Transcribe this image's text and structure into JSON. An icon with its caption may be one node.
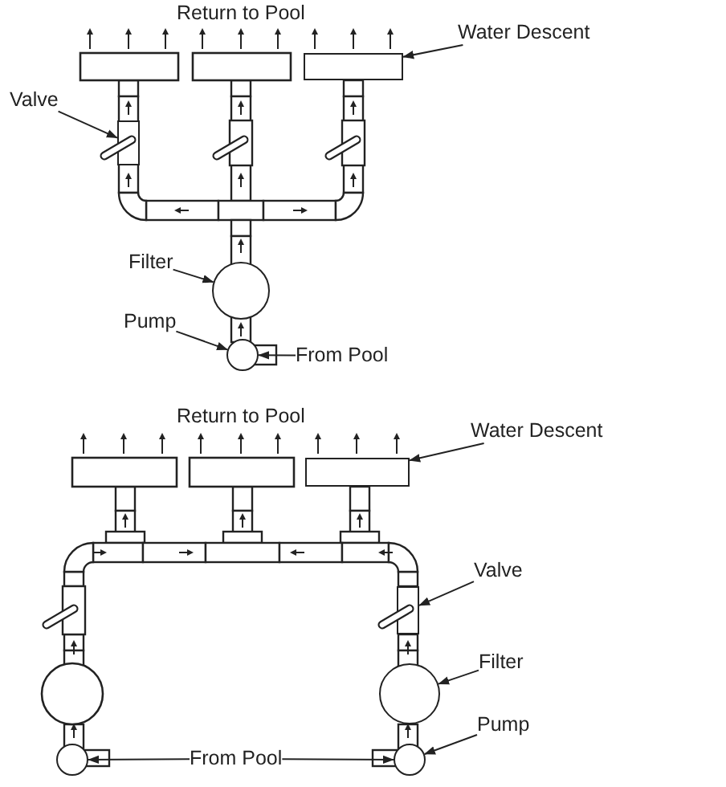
{
  "diagram": {
    "nodes": [
      {
        "text": [
          "Water Descent"
        ]
      },
      {
        "text": [],
        "shape": "box"
      },
      {
        "text": [
          "Valve"
        ]
      },
      {
        "text": [],
        "shape": "box"
      },
      {
        "text": [
          "Filter"
        ]
      },
      {
        "text": [],
        "shape": "circle"
      },
      {
        "text": [
          "Pump"
        ]
      },
      {
        "text": [],
        "shape": "circle"
      },
      {
        "text": [
          "From Pool"
        ]
      },
      {
        "text": [
          "Water Descent"
        ]
      },
      {
        "text": [],
        "shape": "box"
      },
      {
        "text": [
          "Valve"
        ]
      },
      {
        "text": [],
        "shape": "box"
      },
      {
        "text": [
          "Filter"
        ]
      },
      {
        "text": [],
        "shape": "circle"
      },
      {
        "text": [
          "Pump"
        ]
      },
      {
        "text": [],
        "shape": "circle"
      },
      {
        "text": [
          "From Pool"
        ]
      },
      {
        "text": [],
        "shape": "circle"
      }
    ],
    "edges": [
      {
        "from": 0,
        "to": 1,
        "arrow": "to"
      },
      {
        "from": 2,
        "to": 3,
        "arrow": "to"
      },
      {
        "from": 4,
        "to": 5,
        "arrow": "to"
      },
      {
        "from": 6,
        "to": 7,
        "arrow": "to"
      },
      {
        "from": 8,
        "to": 7,
        "arrow": "to"
      },
      {
        "from": 9,
        "to": 10,
        "arrow": "to"
      },
      {
        "from": 11,
        "to": 12,
        "arrow": "to"
      },
      {
        "from": 13,
        "to": 14,
        "arrow": "to"
      },
      {
        "from": 15,
        "to": 16,
        "arrow": "to"
      },
      {
        "from": 17,
        "to": 18,
        "arrow": "to"
      },
      {
        "from": 17,
        "to": 16,
        "arrow": "to"
      }
    ],
    "labels": [
      "Return to Pool",
      "Return to Pool"
    ]
  }
}
